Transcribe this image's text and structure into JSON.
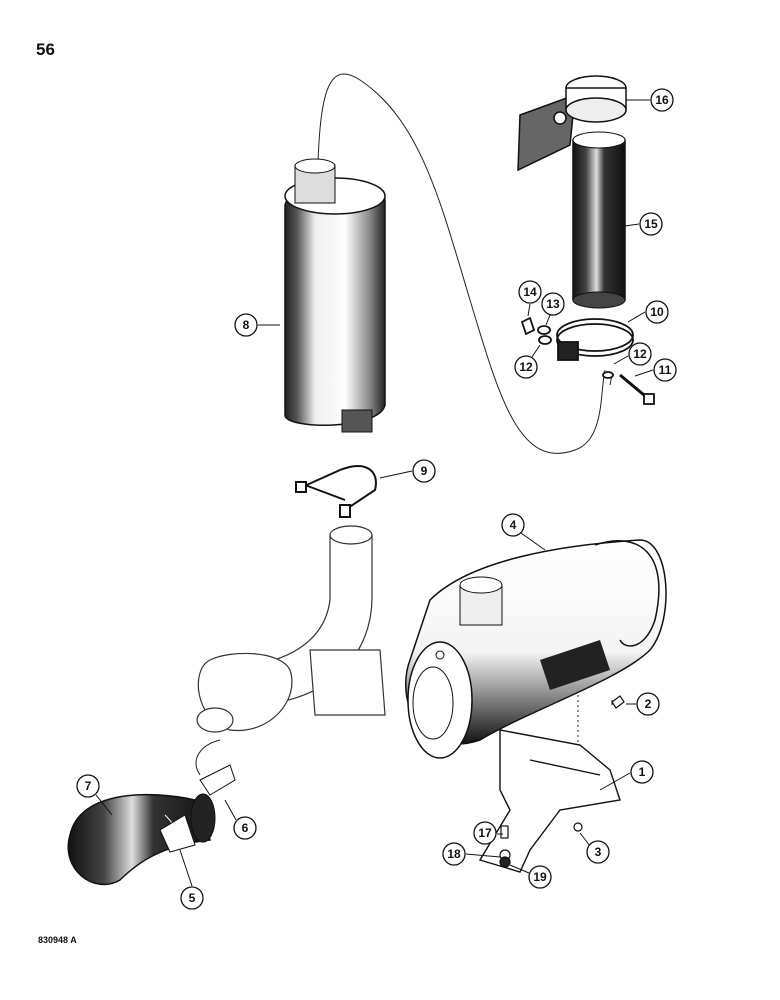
{
  "page_number": "56",
  "drawing_code": "830948 A",
  "callouts": [
    {
      "id": "1",
      "label": "1"
    },
    {
      "id": "2",
      "label": "2"
    },
    {
      "id": "3",
      "label": "3"
    },
    {
      "id": "4",
      "label": "4"
    },
    {
      "id": "5",
      "label": "5"
    },
    {
      "id": "6",
      "label": "6"
    },
    {
      "id": "7",
      "label": "7"
    },
    {
      "id": "8",
      "label": "8"
    },
    {
      "id": "9",
      "label": "9"
    },
    {
      "id": "10",
      "label": "10"
    },
    {
      "id": "11",
      "label": "11"
    },
    {
      "id": "12a",
      "label": "12"
    },
    {
      "id": "12b",
      "label": "12"
    },
    {
      "id": "13",
      "label": "13"
    },
    {
      "id": "14",
      "label": "14"
    },
    {
      "id": "15",
      "label": "15"
    },
    {
      "id": "16",
      "label": "16"
    },
    {
      "id": "17",
      "label": "17"
    },
    {
      "id": "18",
      "label": "18"
    },
    {
      "id": "19",
      "label": "19"
    }
  ]
}
